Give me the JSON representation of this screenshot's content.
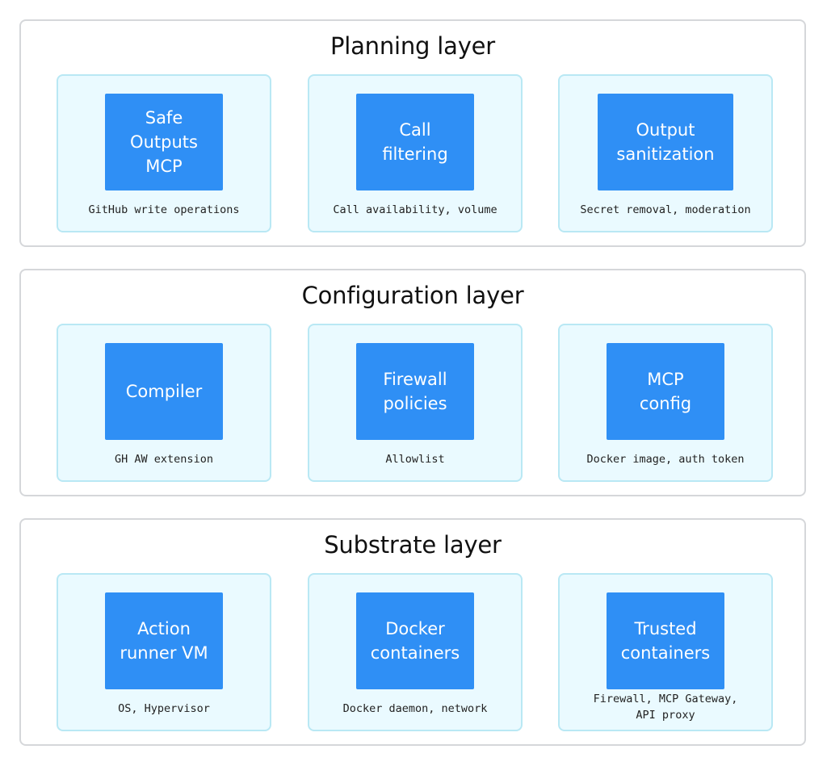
{
  "layers": [
    {
      "title": "Planning layer",
      "items": [
        {
          "label": "Safe\nOutputs\nMCP",
          "caption": "GitHub write operations"
        },
        {
          "label": "Call\nfiltering",
          "caption": "Call availability, volume"
        },
        {
          "label": "Output\nsanitization",
          "caption": "Secret removal, moderation"
        }
      ]
    },
    {
      "title": "Configuration layer",
      "items": [
        {
          "label": "Compiler",
          "caption": "GH AW extension"
        },
        {
          "label": "Firewall\npolicies",
          "caption": "Allowlist"
        },
        {
          "label": "MCP\nconfig",
          "caption": "Docker image, auth token"
        }
      ]
    },
    {
      "title": "Substrate layer",
      "items": [
        {
          "label": "Action\nrunner VM",
          "caption": "OS, Hypervisor"
        },
        {
          "label": "Docker\ncontainers",
          "caption": "Docker daemon, network"
        },
        {
          "label": "Trusted\ncontainers",
          "caption": "Firewall, MCP Gateway,\nAPI proxy"
        }
      ]
    }
  ],
  "colors": {
    "block_fill": "#2f8ff5",
    "card_fill": "#eafaff",
    "card_border": "#b9e8f4",
    "layer_border": "#d5d7da"
  }
}
